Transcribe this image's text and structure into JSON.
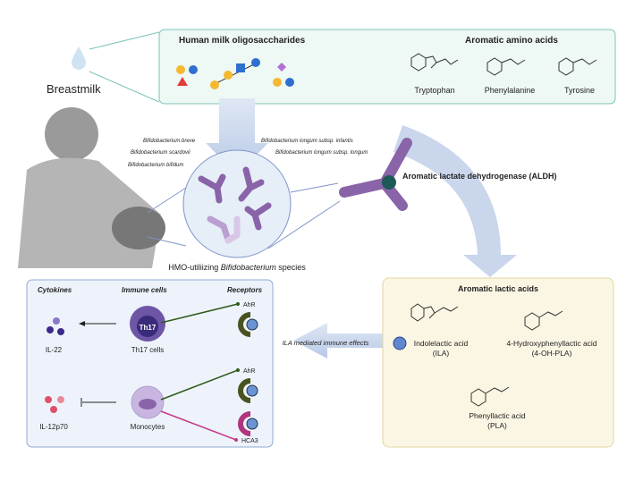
{
  "breastmilk": "Breastmilk",
  "hmo_box": {
    "hmo_title": "Human milk oligosaccharides",
    "aa_title": "Aromatic amino acids",
    "amino_acids": [
      "Tryptophan",
      "Phenylalanine",
      "Tyrosine"
    ]
  },
  "bacteria_species": [
    "Bifidobacterium breve",
    "Bifidobacterium scardovii",
    "Bifidobacterium bifidum",
    "Bifidobacterium longum subsp. infantis",
    "Bifidobacterium longum subsp. longum"
  ],
  "bacteria_caption": {
    "prefix": "HMO-utiliizing ",
    "italic": "Bifidobacterium",
    "suffix": " species"
  },
  "enzyme": "Aromatic lactate dehydrogenase (ALDH)",
  "lactic_box": {
    "title": "Aromatic lactic acids",
    "ila": [
      "Indolelactic acid",
      "(ILA)"
    ],
    "ohpla": [
      "4-Hydroxyphenyllactic acid",
      "(4-OH-PLA)"
    ],
    "pla": [
      "Phenyllactic acid",
      "(PLA)"
    ]
  },
  "effect_arrow": "ILA mediated immune effects",
  "immune_box": {
    "headers": [
      "Cytokines",
      "Immune cells",
      "Receptors"
    ],
    "il22": "IL-22",
    "il12": "IL-12p70",
    "th17_badge": "Th17",
    "th17": "Th17 cells",
    "monocytes": "Monocytes",
    "ahr": "AhR",
    "hca3": "HCA3"
  },
  "colors": {
    "teal_border": "#7cc4b8",
    "blue_border": "#8fa8d6",
    "yellow_border": "#e3d5a0",
    "purple": "#8a64a8",
    "arrow": "#c5d3ea"
  }
}
